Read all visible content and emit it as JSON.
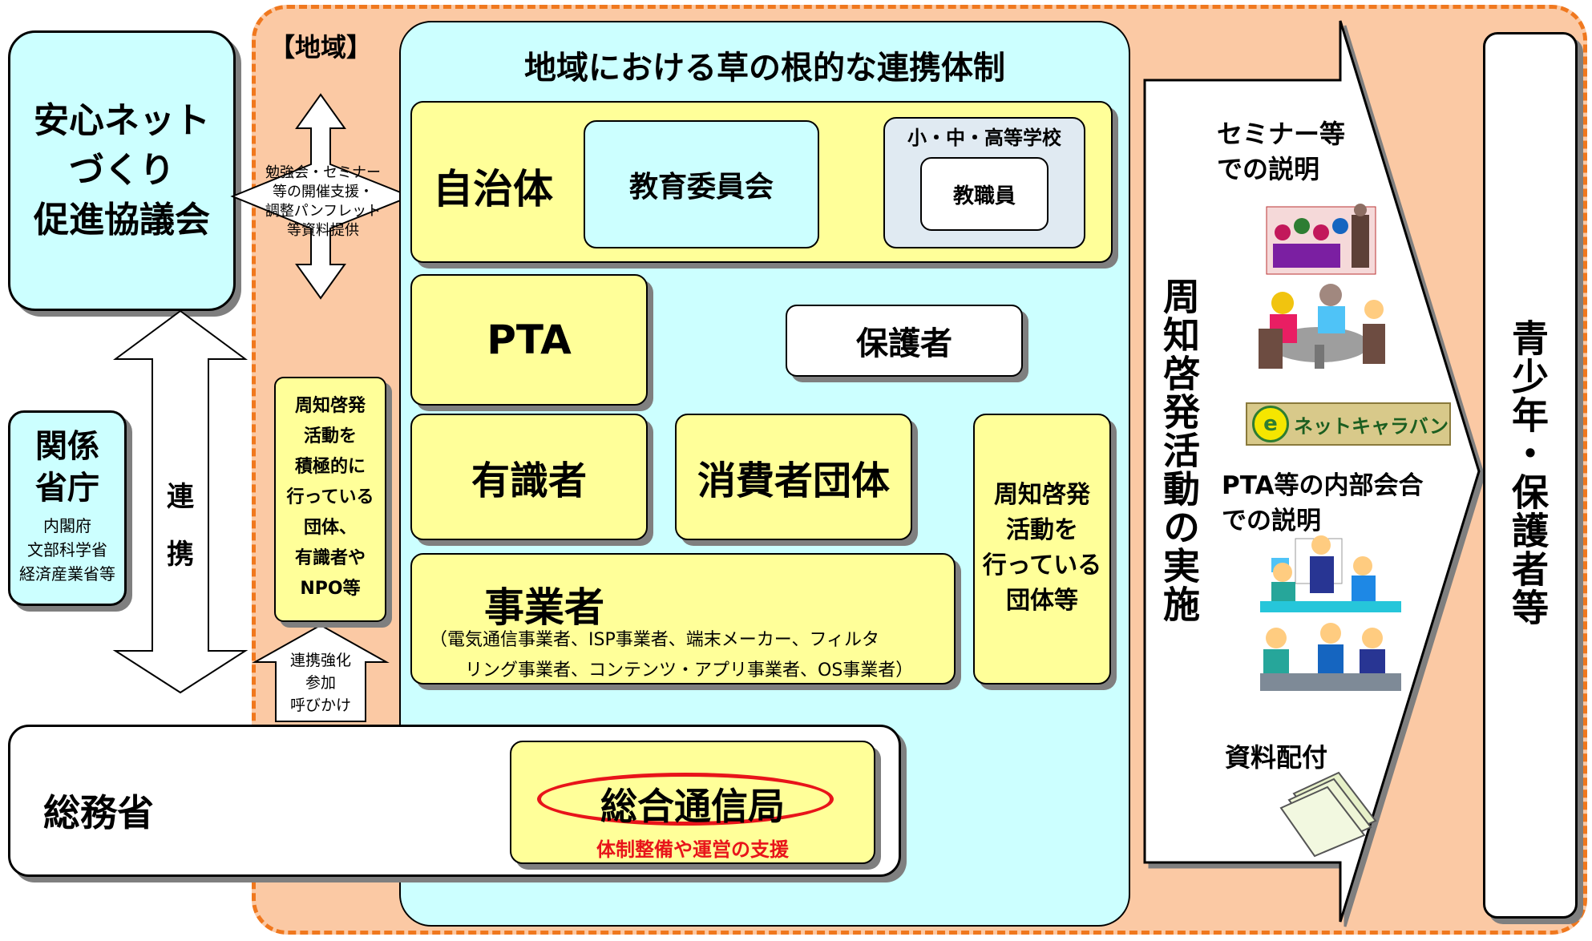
{
  "colors": {
    "peach": "#fbc9a4",
    "dashed_border": "#f0781e",
    "light_cyan": "#ccffff",
    "yellow": "#ffff99",
    "red": "#e8141a",
    "grey_panel": "#e0eaf2"
  },
  "council": {
    "title_line1": "安心ネット",
    "title_line2": "づくり",
    "title_line3": "促進協議会"
  },
  "ministries": {
    "title_line1": "関係",
    "title_line2": "省庁",
    "items": [
      "内閣府",
      "文部科学省",
      "経済産業省等"
    ]
  },
  "renkei": {
    "char1": "連",
    "char2": "携"
  },
  "region": {
    "label": "【地域】",
    "support_lines": [
      "勉強会・セミナー",
      "等の開催支援・",
      "調整パンフレット",
      "等資料提供"
    ],
    "active_groups_lines": [
      "周知啓発",
      "活動を",
      "積極的に",
      "行っている",
      "団体、",
      "有識者や",
      "NPO等"
    ],
    "call_lines": [
      "連携強化",
      "参加",
      "呼びかけ"
    ]
  },
  "network": {
    "title": "地域における草の根的な連携体制",
    "jichitai": "自治体",
    "board_of_education": "教育委員会",
    "schools": "小・中・高等学校",
    "teachers": "教職員",
    "pta": "PTA",
    "guardians": "保護者",
    "experts": "有識者",
    "consumer_groups": "消費者団体",
    "awareness_groups_lines": [
      "周知啓発",
      "活動を",
      "行っている",
      "団体等"
    ],
    "business": "事業者",
    "business_detail_line1": "（電気通信事業者、ISP事業者、端末メーカー、フィルタ",
    "business_detail_line2": "リング事業者、コンテンツ・アプリ事業者、OS事業者）"
  },
  "mic": {
    "title": "総務省",
    "bureau": "総合通信局",
    "bureau_support": "体制整備や運営の支援"
  },
  "arrow": {
    "vertical_title": "周知啓発活動の実施",
    "seminar_line1": "セミナー等",
    "seminar_line2": "での説明",
    "caravan": "ネットキャラバン",
    "caravan_e": "e",
    "pta_line1": "PTA等の内部会合",
    "pta_line2": "での説明",
    "materials": "資料配付"
  },
  "target": {
    "title": "青少年・保護者等"
  }
}
